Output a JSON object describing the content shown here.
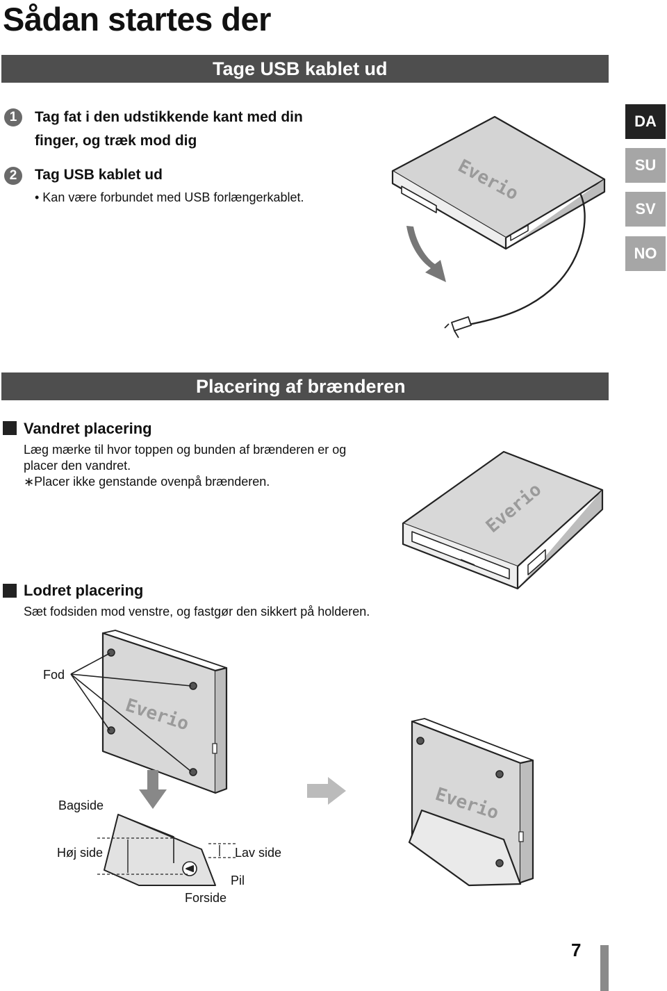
{
  "page": {
    "title": "Sådan startes der",
    "page_number": "7"
  },
  "language_tabs": [
    {
      "label": "DA",
      "active": true
    },
    {
      "label": "SU",
      "active": false
    },
    {
      "label": "SV",
      "active": false
    },
    {
      "label": "NO",
      "active": false
    }
  ],
  "section1": {
    "heading": "Tage USB kablet ud",
    "steps": [
      {
        "number": "1",
        "line1": "Tag fat i den udstikkende kant med din",
        "line2": "finger, og træk mod dig"
      },
      {
        "number": "2",
        "line1": "Tag USB kablet ud"
      }
    ],
    "bullet": "• Kan være forbundet med USB forlængerkablet.",
    "device_brand": "Everio"
  },
  "section2": {
    "heading": "Placering af brænderen",
    "horizontal": {
      "title": "Vandret placering",
      "line1": "Læg mærke til hvor toppen og bunden af brænderen er og",
      "line2": "placer den vandret.",
      "note": "∗Placer ikke genstande ovenpå brænderen."
    },
    "vertical": {
      "title": "Lodret placering",
      "text": "Sæt fodsiden mod venstre, og fastgør den sikkert på holderen."
    },
    "labels": {
      "fod": "Fod",
      "bagside": "Bagside",
      "hoj_side": "Høj side",
      "lav_side": "Lav side",
      "pil": "Pil",
      "forside": "Forside"
    }
  },
  "colors": {
    "section_bar": "#4e4e4e",
    "tab_active": "#222222",
    "tab_inactive": "#a6a6a6",
    "step_circle": "#6a6a6a"
  }
}
